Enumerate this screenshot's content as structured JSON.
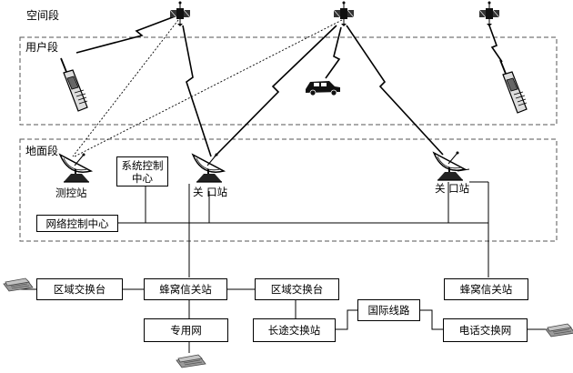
{
  "segments": {
    "space": "空间段",
    "user": "用户段",
    "ground": "地面段"
  },
  "stations": {
    "control_station": "测控站",
    "system_control_center": "系统控制中心",
    "gateway_left": "关 口站",
    "gateway_right": "关 口站",
    "network_control_center": "网络控制中心"
  },
  "network": {
    "regional_switch_left": "区域交换台",
    "cellular_gateway_left": "蜂窝信关站",
    "regional_switch_mid": "区域交换台",
    "private_network": "专用网",
    "long_distance_switch": "长途交换站",
    "international_line": "国际线路",
    "telephone_exchange": "电话交换网",
    "cellular_gateway_right": "蜂窝信关站"
  },
  "colors": {
    "line": "#000000",
    "dashed_frame": "#555555",
    "phone": "#9a9a9a"
  }
}
